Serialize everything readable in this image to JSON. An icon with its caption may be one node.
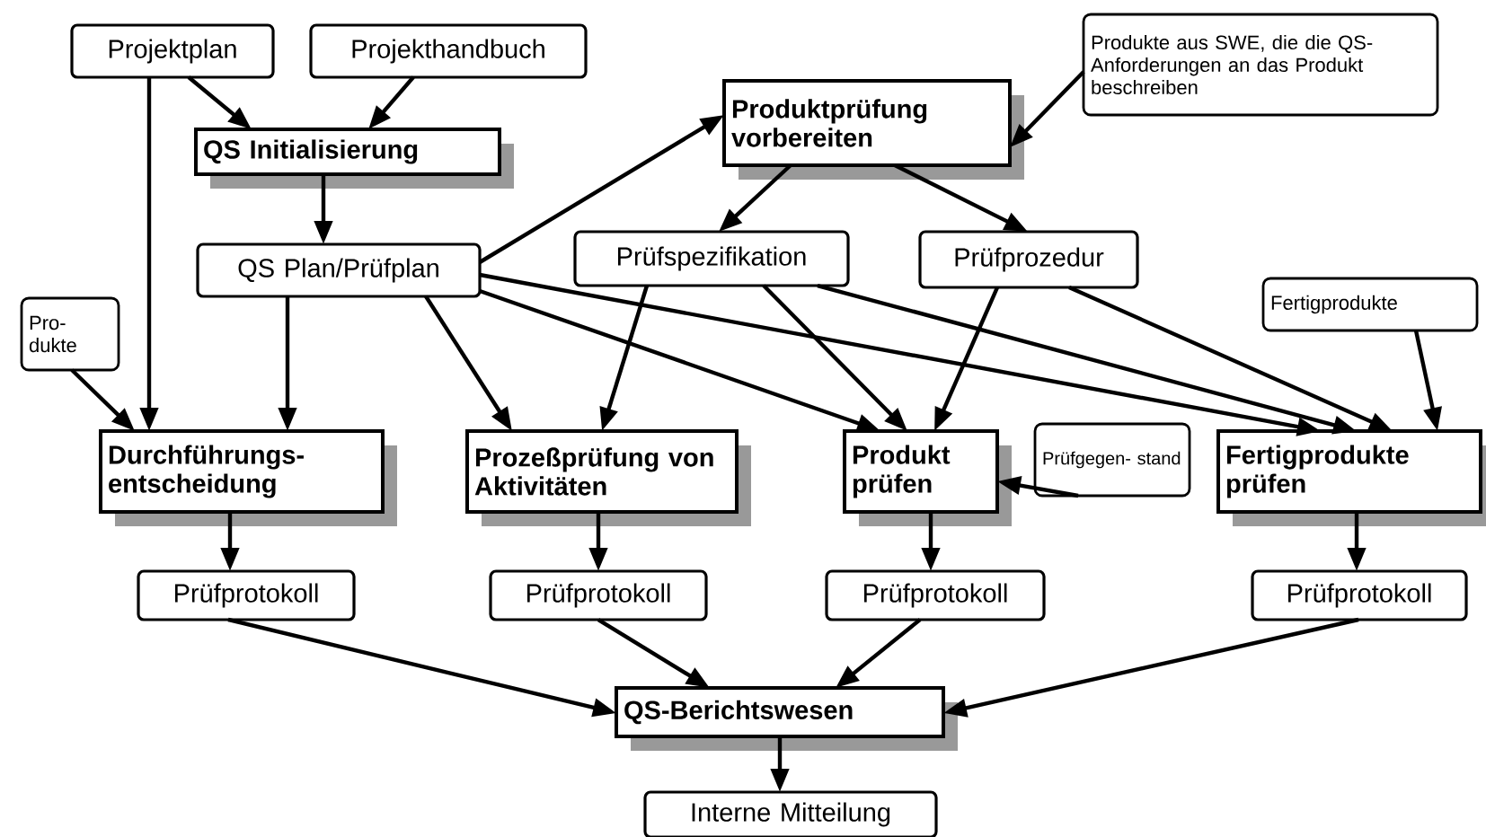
{
  "diagram": {
    "nodes": [
      {
        "text": [
          "Projektplan"
        ]
      },
      {
        "text": [
          "Projekthandbuch"
        ]
      },
      {
        "text": [
          "QS Initialisierung"
        ]
      },
      {
        "text": [
          "Produktprüfung vorbereiten"
        ]
      },
      {
        "text": [
          "Produkte aus SWE, die die QS-Anforderungen an das Produkt beschreiben"
        ]
      },
      {
        "text": [
          "QS Plan/Prüfplan"
        ]
      },
      {
        "text": [
          "Prüfspezifikation"
        ]
      },
      {
        "text": [
          "Prüfprozedur"
        ]
      },
      {
        "text": [
          "Pro- dukte"
        ]
      },
      {
        "text": [
          "Fertigprodukte"
        ]
      },
      {
        "text": [
          "Durchführungs- entscheidung"
        ]
      },
      {
        "text": [
          "Prozeßprüfung von Aktivitäten"
        ]
      },
      {
        "text": [
          "Produkt prüfen"
        ]
      },
      {
        "text": [
          "Prüfgegen- stand"
        ]
      },
      {
        "text": [
          "Fertigprodukte prüfen"
        ]
      },
      {
        "text": [
          "Prüfprotokoll"
        ]
      },
      {
        "text": [
          "Prüfprotokoll"
        ]
      },
      {
        "text": [
          "Prüfprotokoll"
        ]
      },
      {
        "text": [
          "Prüfprotokoll"
        ]
      },
      {
        "text": [
          "QS-Berichtswesen"
        ]
      },
      {
        "text": [
          "Interne Mitteilung"
        ]
      }
    ],
    "edges": [
      {
        "from": 0,
        "to": 2,
        "arrow": "to"
      },
      {
        "from": 1,
        "to": 2,
        "arrow": "to"
      },
      {
        "from": 0,
        "to": 10,
        "arrow": "to"
      },
      {
        "from": 2,
        "to": 5,
        "arrow": "to"
      },
      {
        "from": 5,
        "to": 3,
        "arrow": "to"
      },
      {
        "from": 5,
        "to": 10,
        "arrow": "to"
      },
      {
        "from": 5,
        "to": 11,
        "arrow": "to"
      },
      {
        "from": 5,
        "to": 12,
        "arrow": "to"
      },
      {
        "from": 5,
        "to": 14,
        "arrow": "to"
      },
      {
        "from": 3,
        "to": 6,
        "arrow": "to"
      },
      {
        "from": 3,
        "to": 7,
        "arrow": "to"
      },
      {
        "from": 4,
        "to": 3,
        "arrow": "to"
      },
      {
        "from": 6,
        "to": 11,
        "arrow": "to"
      },
      {
        "from": 6,
        "to": 12,
        "arrow": "to"
      },
      {
        "from": 6,
        "to": 14,
        "arrow": "to"
      },
      {
        "from": 7,
        "to": 12,
        "arrow": "to"
      },
      {
        "from": 7,
        "to": 14,
        "arrow": "to"
      },
      {
        "from": 9,
        "to": 14,
        "arrow": "to"
      },
      {
        "from": 8,
        "to": 10,
        "arrow": "to"
      },
      {
        "from": 13,
        "to": 12,
        "arrow": "to"
      },
      {
        "from": 10,
        "to": 15,
        "arrow": "to"
      },
      {
        "from": 11,
        "to": 16,
        "arrow": "to"
      },
      {
        "from": 12,
        "to": 17,
        "arrow": "to"
      },
      {
        "from": 14,
        "to": 18,
        "arrow": "to"
      },
      {
        "from": 15,
        "to": 19,
        "arrow": "to"
      },
      {
        "from": 16,
        "to": 19,
        "arrow": "to"
      },
      {
        "from": 17,
        "to": 19,
        "arrow": "to"
      },
      {
        "from": 18,
        "to": 19,
        "arrow": "to"
      },
      {
        "from": 19,
        "to": 20,
        "arrow": "to"
      }
    ]
  }
}
